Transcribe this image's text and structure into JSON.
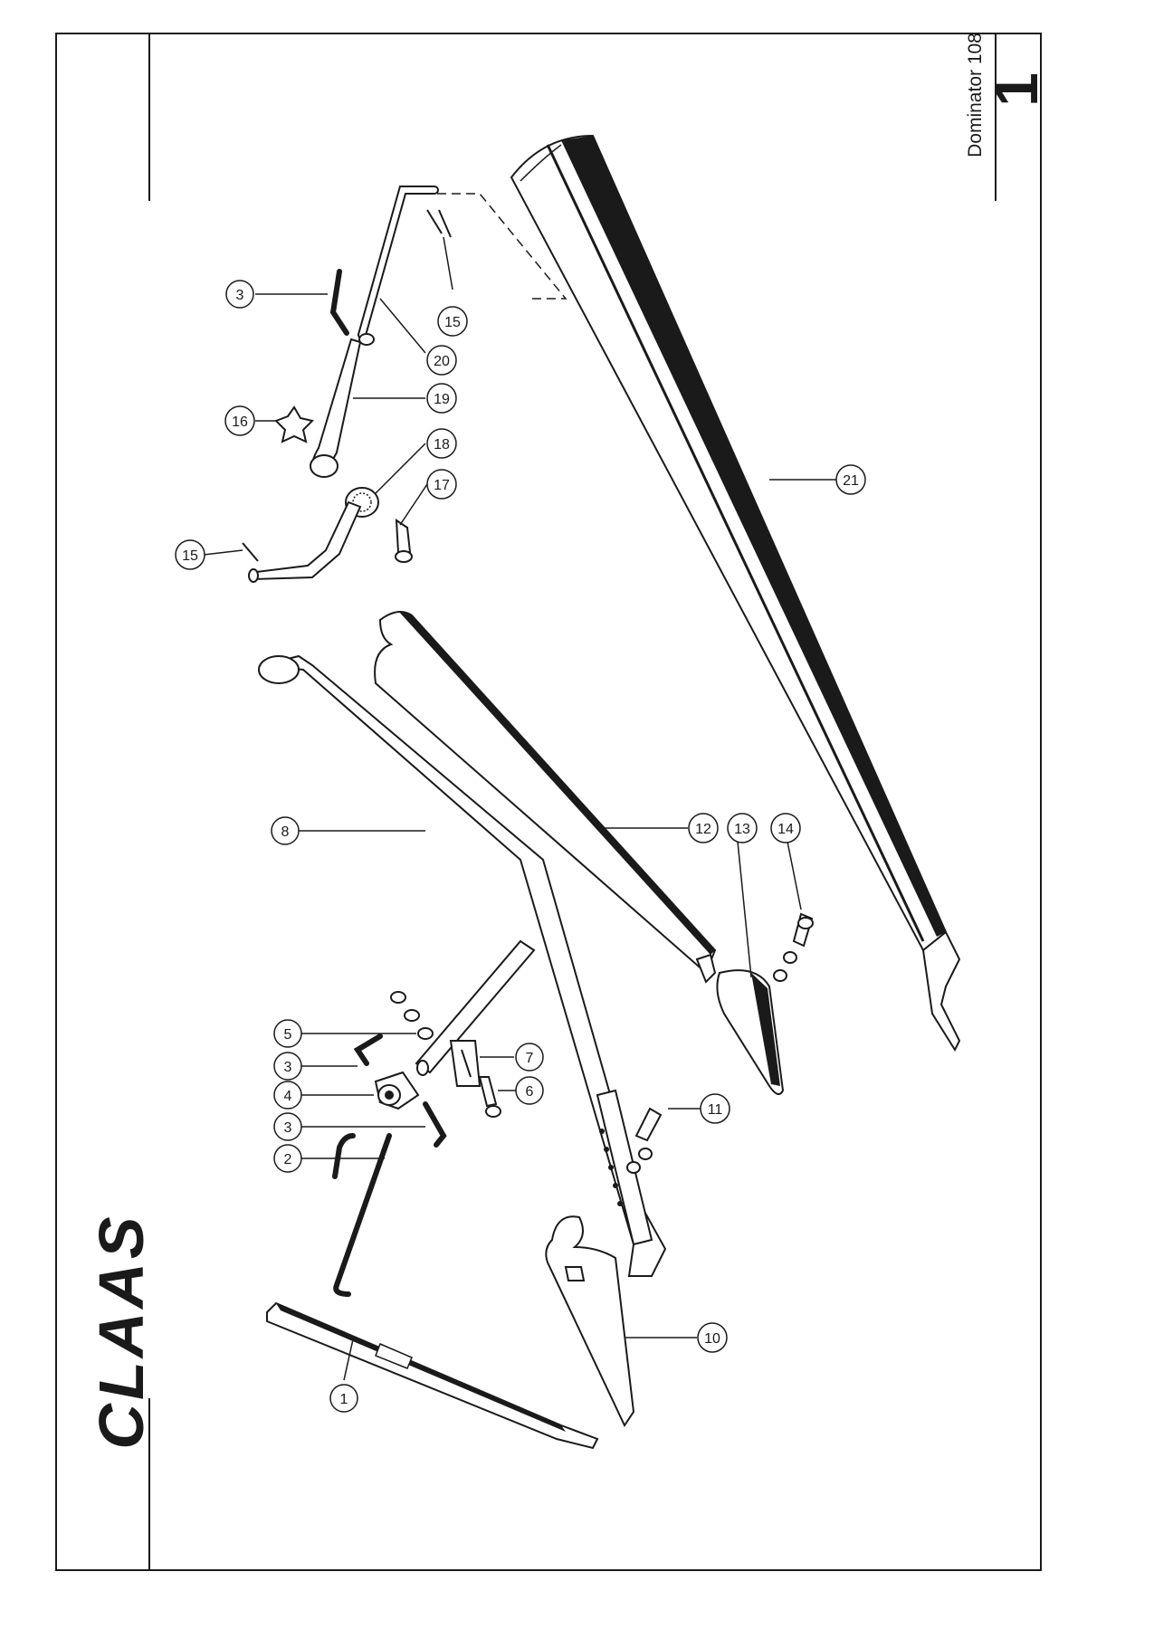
{
  "header": {
    "model": "Dominator 108",
    "page_number": "1"
  },
  "brand": {
    "logo_text": "CLAAS"
  },
  "callouts": {
    "c1": "1",
    "c2": "2",
    "c3a": "3",
    "c3b": "3",
    "c3c": "3",
    "c4": "4",
    "c5": "5",
    "c6": "6",
    "c7": "7",
    "c8": "8",
    "c10": "10",
    "c11": "11",
    "c12": "12",
    "c13": "13",
    "c14": "14",
    "c15a": "15",
    "c15b": "15",
    "c16": "16",
    "c17": "17",
    "c18": "18",
    "c19": "19",
    "c20": "20",
    "c21": "21"
  },
  "colors": {
    "ink": "#1a1a1a",
    "paper": "#ffffff"
  }
}
